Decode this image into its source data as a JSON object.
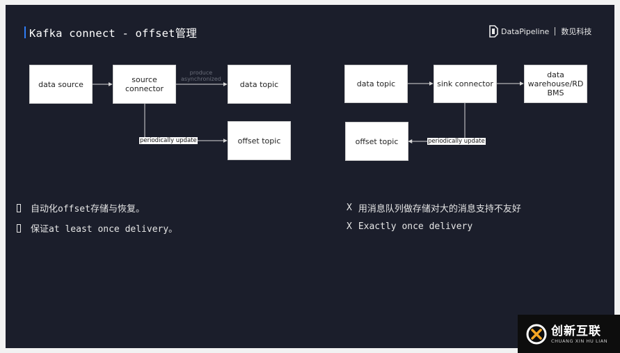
{
  "slide": {
    "title": "Kafka connect - offset管理",
    "logo": {
      "name": "DataPipeline",
      "cn": "数见科技"
    }
  },
  "left_diagram": {
    "data_source": "data source",
    "source_connector_line1": "source",
    "source_connector_line2": "connector",
    "data_topic": "data topic",
    "offset_topic": "offset topic",
    "label_update": "periodically update",
    "label_produce_line1": "produce",
    "label_produce_line2": "asynchronized"
  },
  "right_diagram": {
    "data_topic": "data topic",
    "sink_connector": "sink connector",
    "warehouse_line1": "data",
    "warehouse_line2": "warehouse/RD",
    "warehouse_line3": "BMS",
    "offset_topic": "offset topic",
    "label_update": "periodically update"
  },
  "pros": [
    "自动化offset存储与恢复。",
    "保证at least once delivery。"
  ],
  "cons": [
    "用消息队列做存储对大的消息支持不友好",
    "Exactly once delivery"
  ],
  "cons_mark": "X",
  "watermark": {
    "cn": "创新互联",
    "en": "CHUANG XIN HU LIAN"
  },
  "colors": {
    "slide_bg": "#1b1e2b",
    "accent": "#2f7df6",
    "box_bg": "#ffffff",
    "watermark_bg": "#0d0d0d"
  }
}
